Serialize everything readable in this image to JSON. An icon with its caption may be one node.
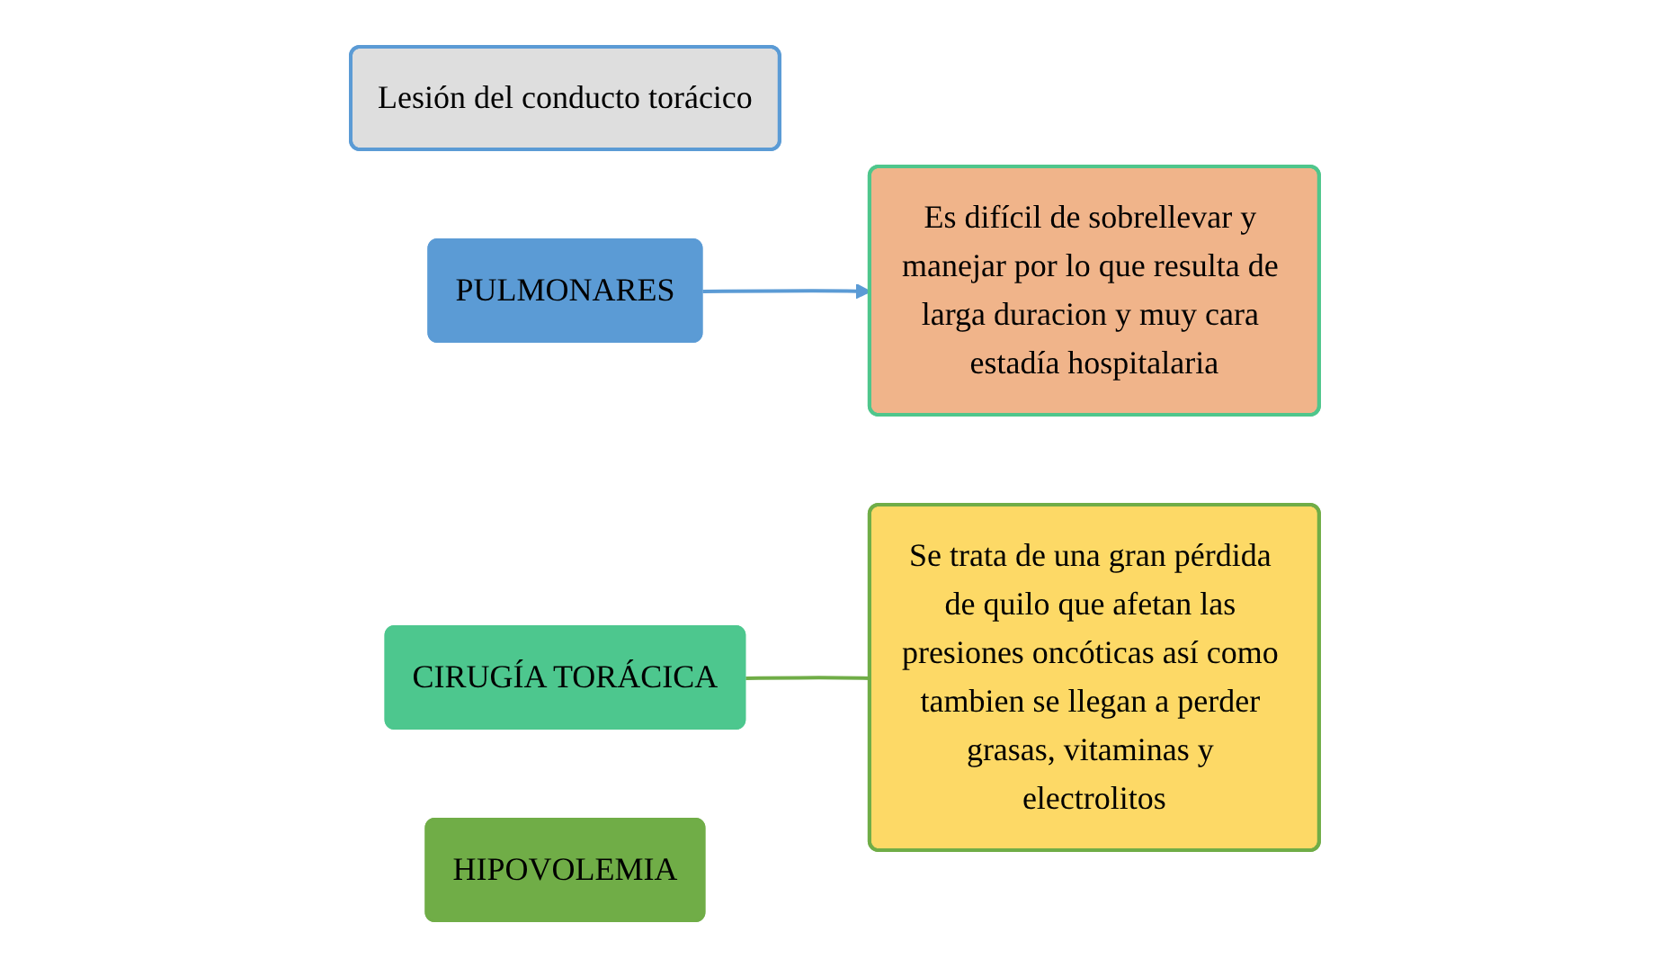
{
  "diagram": {
    "nodes": [
      {
        "text": [
          "Lesión del conducto torácico"
        ]
      },
      {
        "text": [
          "PULMONARES"
        ]
      },
      {
        "text": [
          "Es difícil de sobrellevar y manejar por lo que resulta de larga duracion y muy cara estadía hospitalaria"
        ]
      },
      {
        "text": [
          "CIRUGÍA TORÁCICA"
        ]
      },
      {
        "text": [
          "Se trata de una gran pérdida de quilo que afetan las presiones oncóticas así como tambien se llegan a perder grasas, vitaminas y electrolitos"
        ]
      },
      {
        "text": [
          "HIPOVOLEMIA"
        ]
      }
    ],
    "edges": [
      {
        "from": 1,
        "to": 2,
        "arrow": "to",
        "color": "#5b9bd5"
      },
      {
        "from": 3,
        "to": 4,
        "arrow": "none",
        "color": "#70ad47"
      }
    ]
  }
}
